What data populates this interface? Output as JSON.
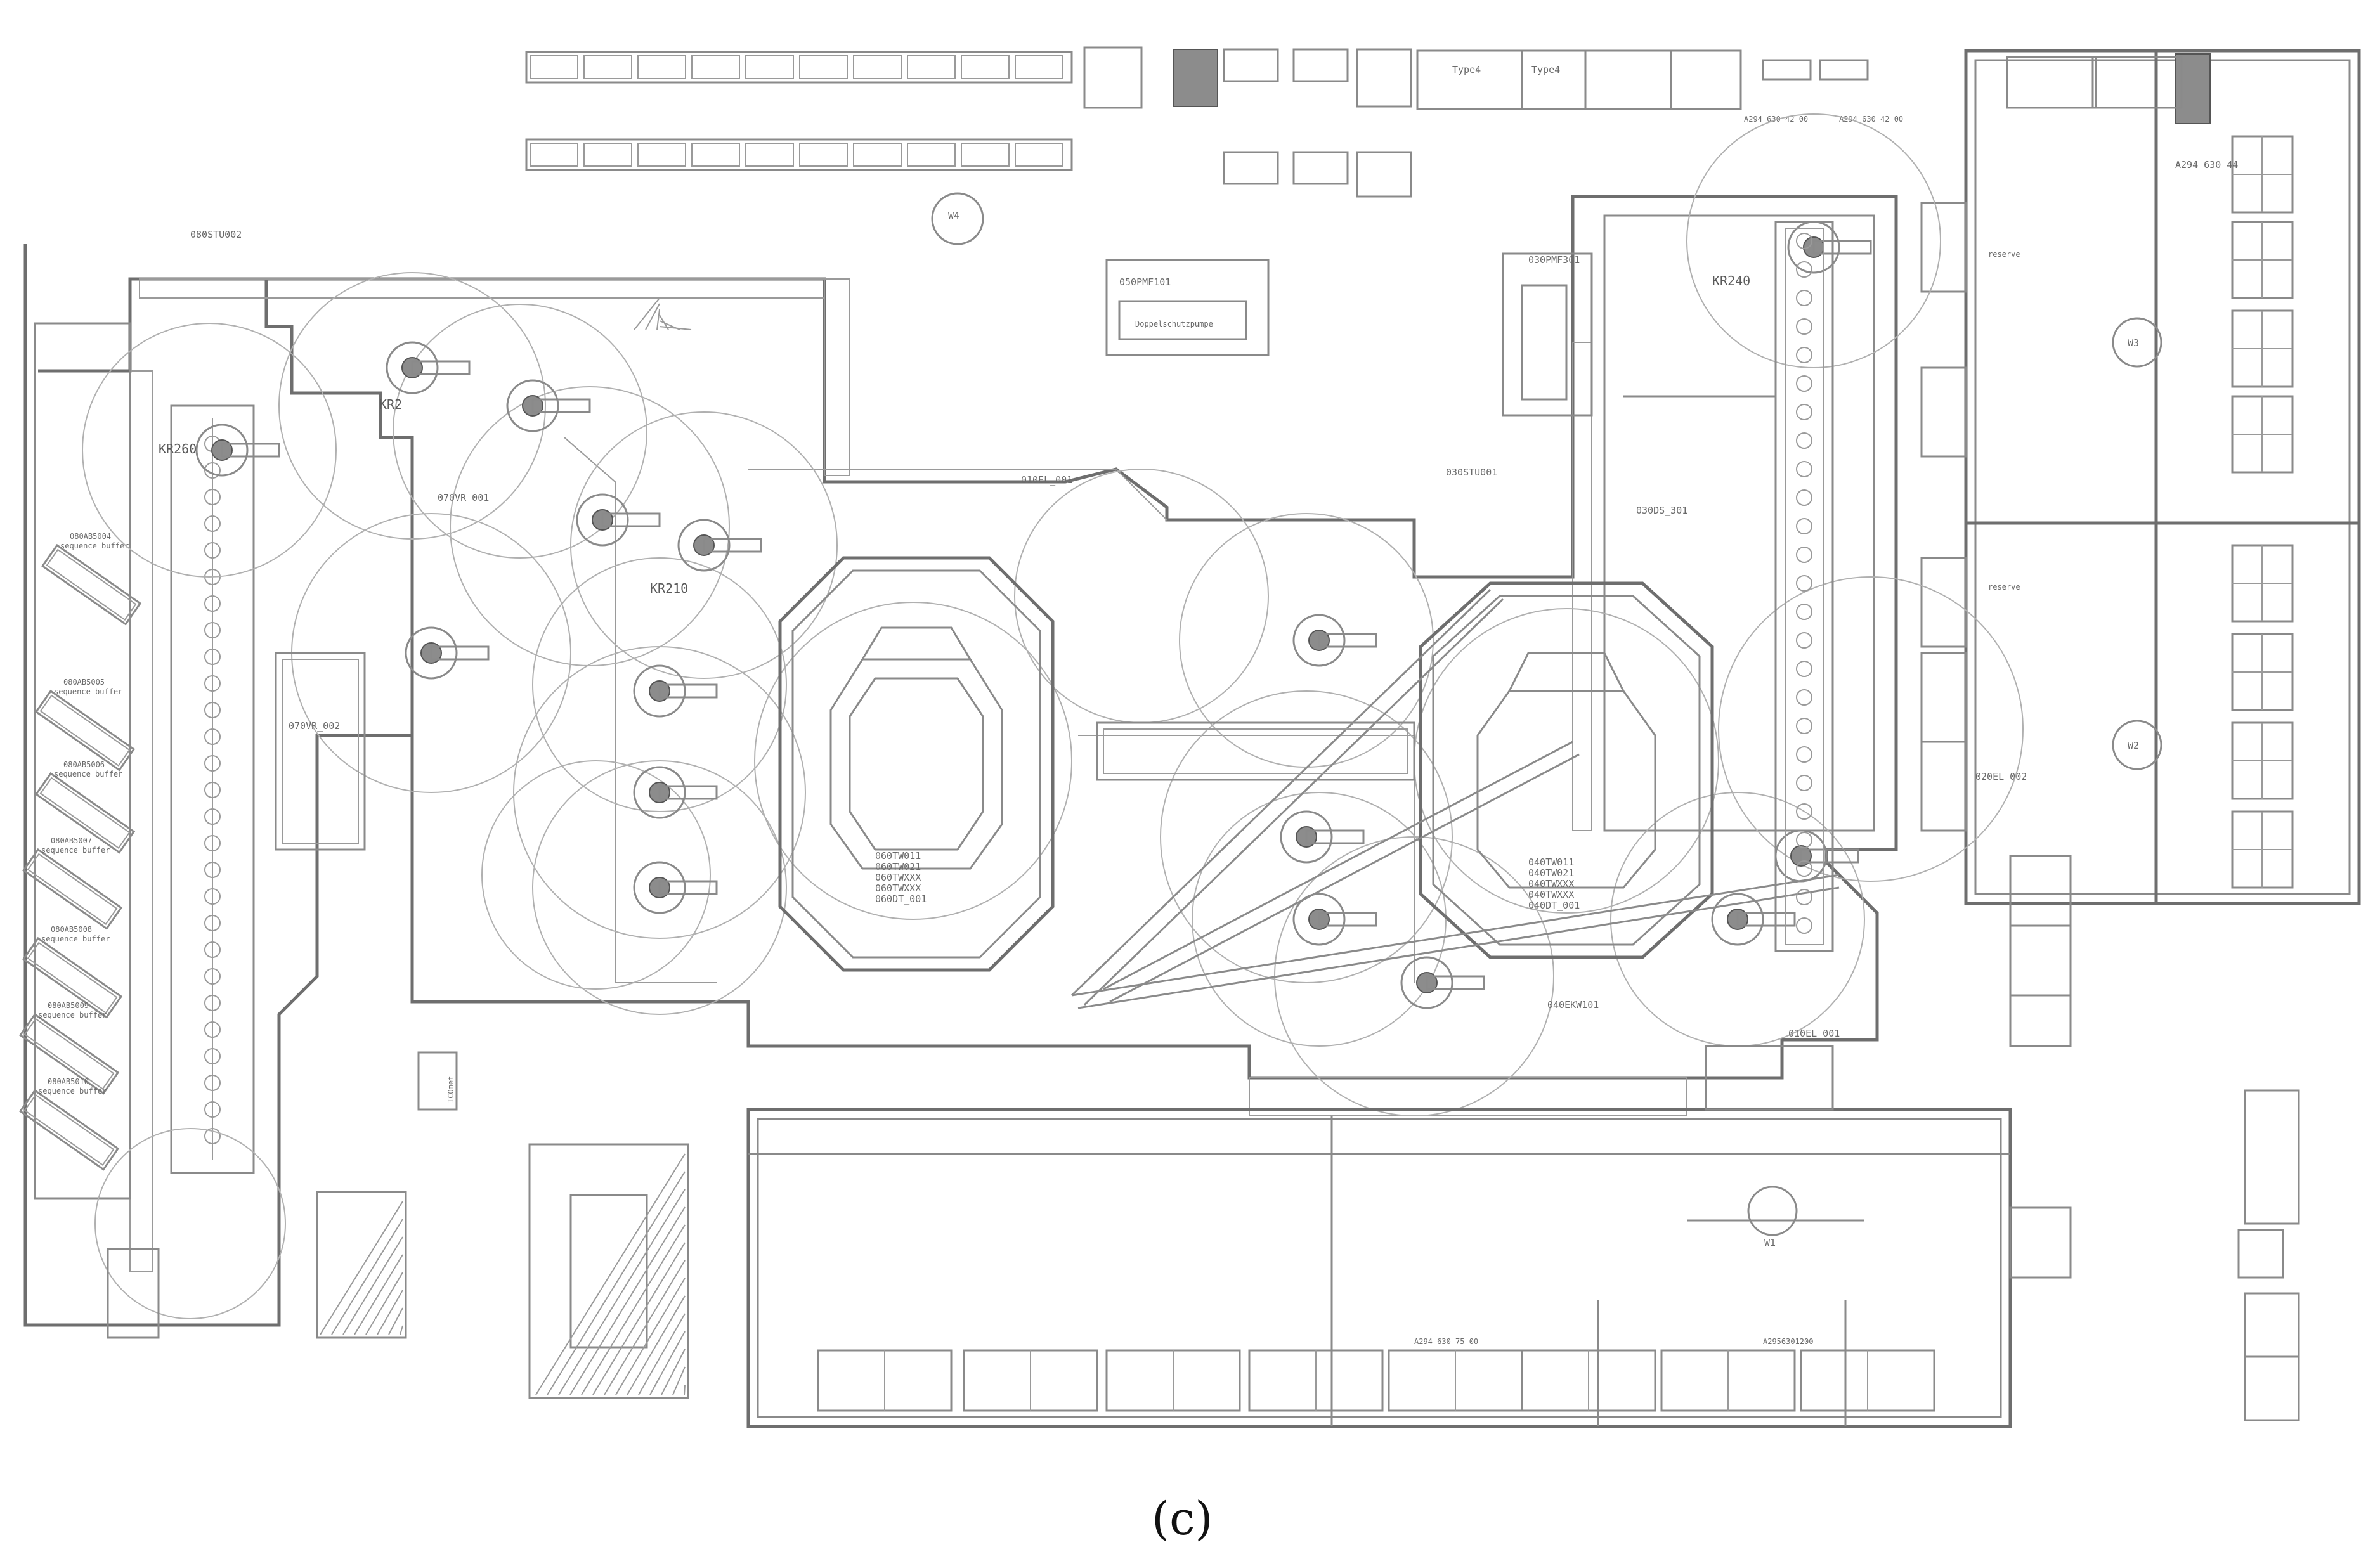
{
  "caption": "(c)",
  "stations": {
    "w1": "W1",
    "w2": "W2",
    "w3": "W3",
    "w4": "W4"
  },
  "cells": {
    "c060_1": "060TW011",
    "c060_2": "060TW021",
    "c060_3": "060TWXXX",
    "c060_4": "060TWXXX",
    "c060_5": "060DT_001",
    "c040_1": "040TW011",
    "c040_2": "040TW021",
    "c040_3": "040TWXXX",
    "c040_4": "040TWXXX",
    "c040_5": "040DT_001"
  },
  "buffers": [
    {
      "id": "080AB5004",
      "text": "sequence buffer"
    },
    {
      "id": "080AB5005",
      "text": "sequence buffer"
    },
    {
      "id": "080AB5006",
      "text": "sequence buffer"
    },
    {
      "id": "080AB5007",
      "text": "sequence buffer"
    },
    {
      "id": "080AB5008",
      "text": "sequence buffer"
    },
    {
      "id": "080AB5009",
      "text": "sequence buffer"
    },
    {
      "id": "080AB5010",
      "text": "sequence buffer"
    }
  ],
  "labels": {
    "pmf": "050PMF101",
    "pmf_sub": "Doppelschutzpumpe",
    "pmf30": "030PMF301",
    "vr": "070VR_002",
    "vr2": "070VR_001",
    "icomet": "ICOmet",
    "el1": "010EL_001",
    "el2": "020EL_002",
    "el3": "010EL_001",
    "reserve": "reserve",
    "stu1": "030STU001",
    "stu2": "080STU002",
    "ewh": "040EKW101",
    "ds": "030DS_301",
    "kr260": "KR260",
    "kr2": "KR2",
    "kr210": "KR210",
    "kr240": "KR240",
    "typ4a": "Type4",
    "typ4b": "Type4",
    "a294": "A294 630 42 00",
    "a294b": "A294 630 42 00",
    "a294c": "A294 630 75 00",
    "a294d": "A2956301200",
    "a294e": "A294 630 44"
  }
}
